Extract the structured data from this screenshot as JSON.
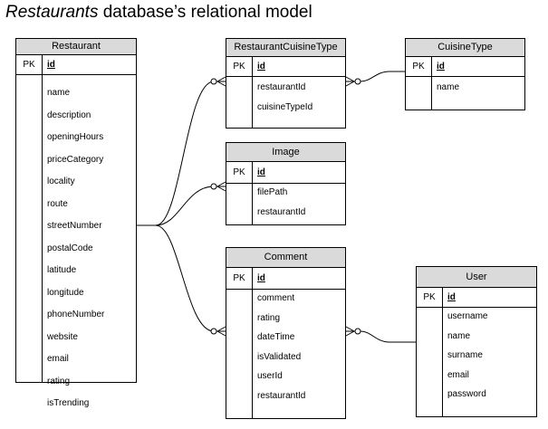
{
  "title": {
    "italic": "Restaurants",
    "rest": " database’s relational model"
  },
  "pk_label": "PK",
  "entities": {
    "restaurant": {
      "name": "Restaurant",
      "pk": "id",
      "attributes": [
        "name",
        "description",
        "openingHours",
        "priceCategory",
        "locality",
        "route",
        "streetNumber",
        "postalCode",
        "latitude",
        "longitude",
        "phoneNumber",
        "website",
        "email",
        "rating",
        "isTrending"
      ]
    },
    "restaurant_cuisine_type": {
      "name": "RestaurantCuisineType",
      "pk": "id",
      "attributes": [
        "restaurantId",
        "cuisineTypeId"
      ]
    },
    "cuisine_type": {
      "name": "CuisineType",
      "pk": "id",
      "attributes": [
        "name"
      ]
    },
    "image": {
      "name": "Image",
      "pk": "id",
      "attributes": [
        "filePath",
        "restaurantId"
      ]
    },
    "comment": {
      "name": "Comment",
      "pk": "id",
      "attributes": [
        "comment",
        "rating",
        "dateTime",
        "isValidated",
        "userId",
        "restaurantId"
      ]
    },
    "user": {
      "name": "User",
      "pk": "id",
      "attributes": [
        "username",
        "name",
        "surname",
        "email",
        "password"
      ]
    }
  },
  "relationships": [
    {
      "from": "Restaurant",
      "to": "RestaurantCuisineType",
      "notation": "one to zero-or-many"
    },
    {
      "from": "CuisineType",
      "to": "RestaurantCuisineType",
      "notation": "one to zero-or-many"
    },
    {
      "from": "Restaurant",
      "to": "Image",
      "notation": "one to zero-or-many"
    },
    {
      "from": "Restaurant",
      "to": "Comment",
      "notation": "one to zero-or-many"
    },
    {
      "from": "User",
      "to": "Comment",
      "notation": "one to zero-or-many"
    }
  ]
}
